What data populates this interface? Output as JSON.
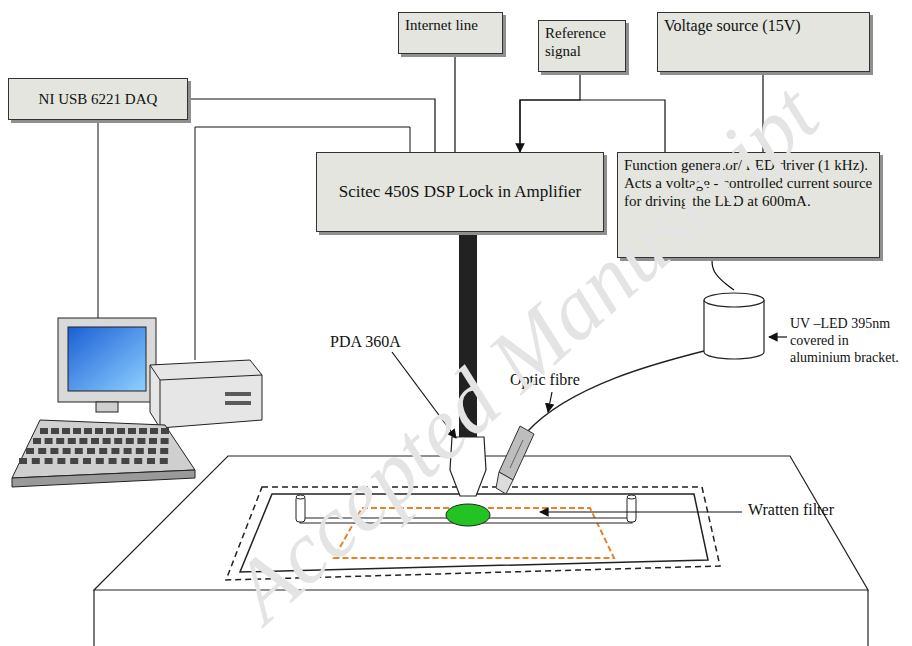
{
  "diagram": {
    "nodes": [
      {
        "text": [
          "NI USB 6221 DAQ"
        ]
      },
      {
        "text": [
          "Internet line"
        ]
      },
      {
        "text": [
          "Reference signal"
        ]
      },
      {
        "text": [
          "Voltage source (15V)"
        ]
      },
      {
        "text": [
          "Scitec 450S DSP Lock in Amplifier"
        ]
      },
      {
        "text": [
          "Function generator/ LED driver (1 kHz). Acts a voltage - controlled current source for driving the LED at 600mA."
        ]
      },
      {
        "text": [
          "UV –LED 395nm covered in aluminium bracket."
        ]
      }
    ],
    "edges": [
      {
        "from": 0,
        "to": 4,
        "arrow": "none"
      },
      {
        "from": 1,
        "to": 4,
        "arrow": "none"
      },
      {
        "from": 2,
        "to": 4,
        "arrow": "to"
      },
      {
        "from": 4,
        "to": 5,
        "arrow": "none"
      },
      {
        "from": 3,
        "to": 5,
        "arrow": "none"
      },
      {
        "from": 5,
        "to": 6,
        "arrow": "none"
      }
    ],
    "labels": [
      "PDA 360A",
      "Optic fibre",
      "Wratten filter",
      "Accepted Manuscript"
    ]
  }
}
